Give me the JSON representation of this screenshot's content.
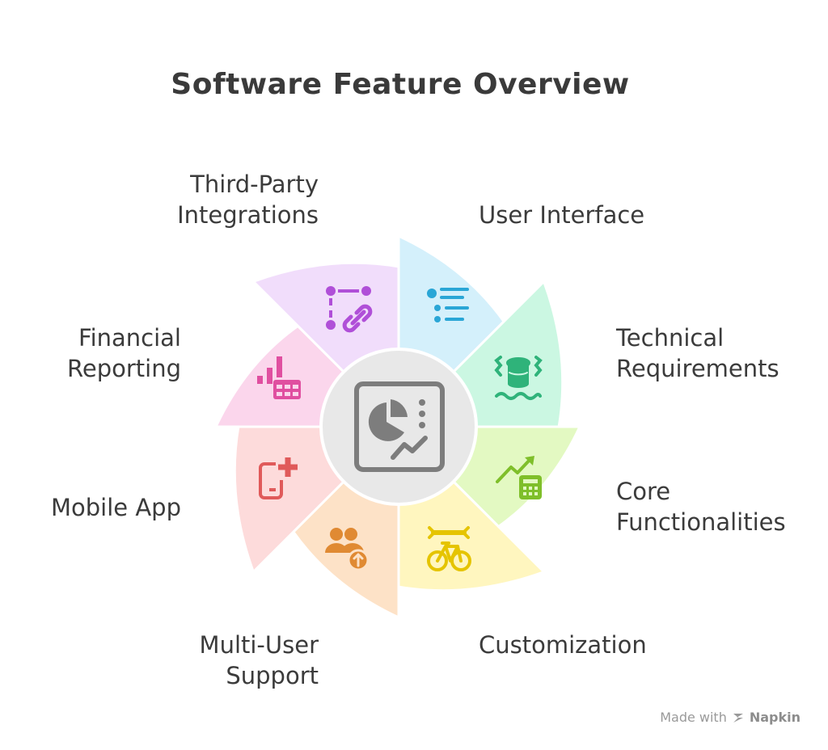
{
  "title": "Software Feature Overview",
  "segments": [
    {
      "id": "user-interface",
      "lines": [
        "User Interface"
      ],
      "color": "#d4f0fb",
      "icon": "list-settings-icon",
      "icon_color": "#2aa6d6"
    },
    {
      "id": "technical-requirements",
      "lines": [
        "Technical",
        "Requirements"
      ],
      "color": "#cbf7e2",
      "icon": "database-icon",
      "icon_color": "#2fb37a"
    },
    {
      "id": "core-functionalities",
      "lines": [
        "Core",
        "Functionalities"
      ],
      "color": "#e3f9c2",
      "icon": "chart-calculator-icon",
      "icon_color": "#7fbf2a"
    },
    {
      "id": "customization",
      "lines": [
        "Customization"
      ],
      "color": "#fff6bf",
      "icon": "bike-wrench-icon",
      "icon_color": "#e5c400"
    },
    {
      "id": "multi-user-support",
      "lines": [
        "Multi-User",
        "Support"
      ],
      "color": "#fde2c7",
      "icon": "users-upload-icon",
      "icon_color": "#e08a33"
    },
    {
      "id": "mobile-app",
      "lines": [
        "Mobile App"
      ],
      "color": "#fddbdb",
      "icon": "mobile-add-icon",
      "icon_color": "#e05a5a"
    },
    {
      "id": "financial-reporting",
      "lines": [
        "Financial",
        "Reporting"
      ],
      "color": "#fbd6ec",
      "icon": "bar-chart-table-icon",
      "icon_color": "#e04fa0"
    },
    {
      "id": "third-party-integrations",
      "lines": [
        "Third-Party",
        "Integrations"
      ],
      "color": "#f1ddfb",
      "icon": "link-nodes-icon",
      "icon_color": "#b04fd8"
    }
  ],
  "center": {
    "icon": "dashboard-icon",
    "color": "#e8e8e8",
    "icon_color": "#7d7d7d"
  },
  "footer": {
    "made_with": "Made with",
    "brand": "Napkin"
  }
}
